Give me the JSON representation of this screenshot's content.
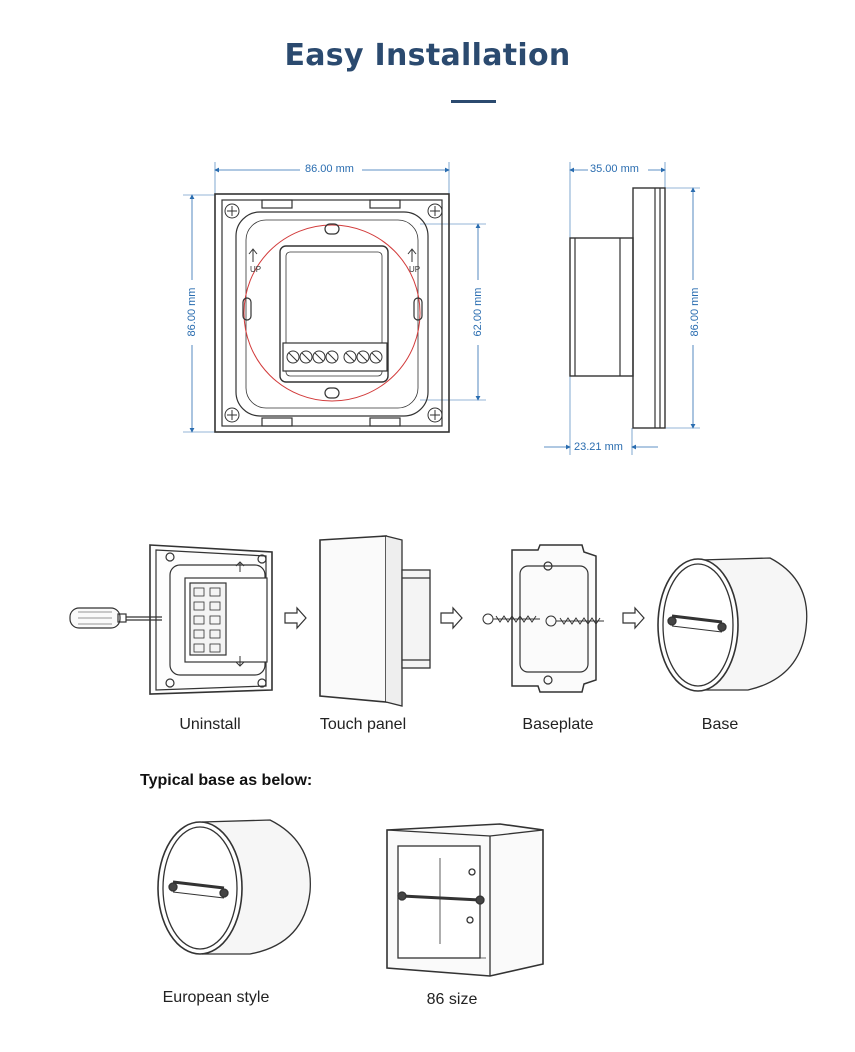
{
  "header": {
    "title": "Easy Installation",
    "accent_color": "#2b4a6f"
  },
  "dimension_color": "#2a6db0",
  "front_view": {
    "width_label": "86.00 mm",
    "height_label": "86.00 mm",
    "inner_label": "62.00 mm",
    "up_label": "UP"
  },
  "side_view": {
    "depth_label": "35.00 mm",
    "height_label": "86.00 mm",
    "body_label": "23.21 mm"
  },
  "steps": [
    {
      "label": "Uninstall"
    },
    {
      "label": "Touch panel"
    },
    {
      "label": "Baseplate"
    },
    {
      "label": "Base"
    }
  ],
  "typical": {
    "heading": "Typical base as below:",
    "european_label": "European style",
    "size86_label": "86 size"
  }
}
